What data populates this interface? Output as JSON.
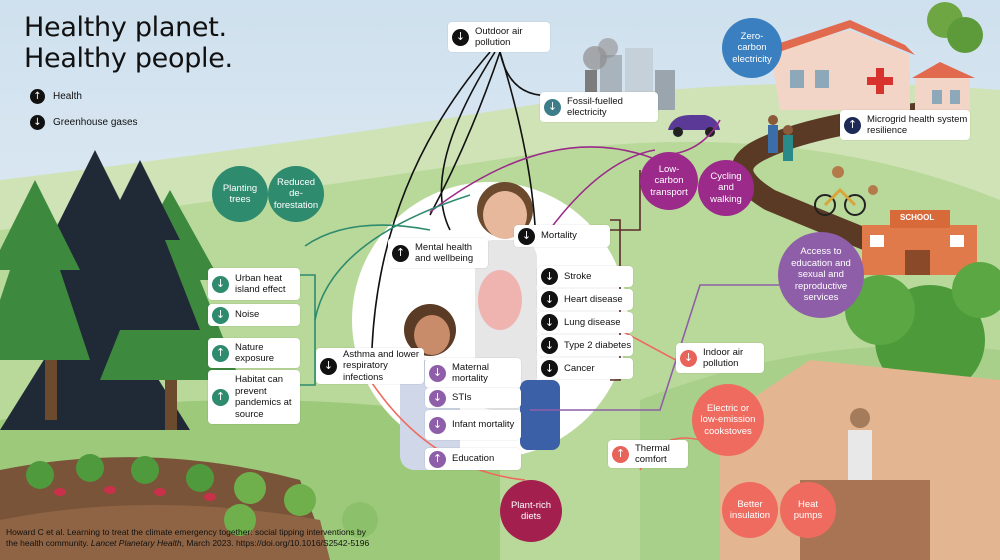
{
  "title": {
    "line1": "Healthy planet.",
    "line2": "Healthy people."
  },
  "legend": {
    "health": "Health",
    "ghg": "Greenhouse gases"
  },
  "boxes": {
    "outdoor_air": "Outdoor air pollution",
    "fossil": "Fossil-fuelled electricity",
    "microgrid": "Microgrid health system resilience",
    "mental": "Mental health and wellbeing",
    "mortality": "Mortality",
    "stroke": "Stroke",
    "heart": "Heart disease",
    "lung": "Lung disease",
    "diabetes": "Type 2 diabetes",
    "cancer": "Cancer",
    "urban_heat": "Urban heat island effect",
    "noise": "Noise",
    "nature": "Nature exposure",
    "habitat": "Habitat can prevent pandemics at source",
    "asthma": "Asthma and lower respiratory infections",
    "maternal": "Maternal mortality",
    "stis": "STIs",
    "infant": "Infant mortality",
    "education": "Education",
    "indoor_air": "Indoor air pollution",
    "thermal": "Thermal comfort",
    "school": "SCHOOL"
  },
  "circles": {
    "zero_carbon": "Zero-carbon electricity",
    "planting": "Planting trees",
    "deforest": "Reduced de-forestation",
    "low_carbon": "Low-carbon transport",
    "cycling": "Cycling and walking",
    "access": "Access to education and sexual and reproductive services",
    "cookstoves": "Electric or low-emission cookstoves",
    "plant_diets": "Plant-rich diets",
    "insulation": "Better insulation",
    "heat_pumps": "Heat pumps"
  },
  "citation": {
    "line1": "Howard C et al. Learning to treat the climate emergency together: social tipping interventions by",
    "line2a": "the health community. ",
    "journal": "Lancet Planetary Health",
    "line2b": ", March 2023.  https://doi.org/10.1016/S2542-5196"
  },
  "icons": {
    "up": "up-arrow-icon",
    "down": "down-arrow-icon"
  }
}
